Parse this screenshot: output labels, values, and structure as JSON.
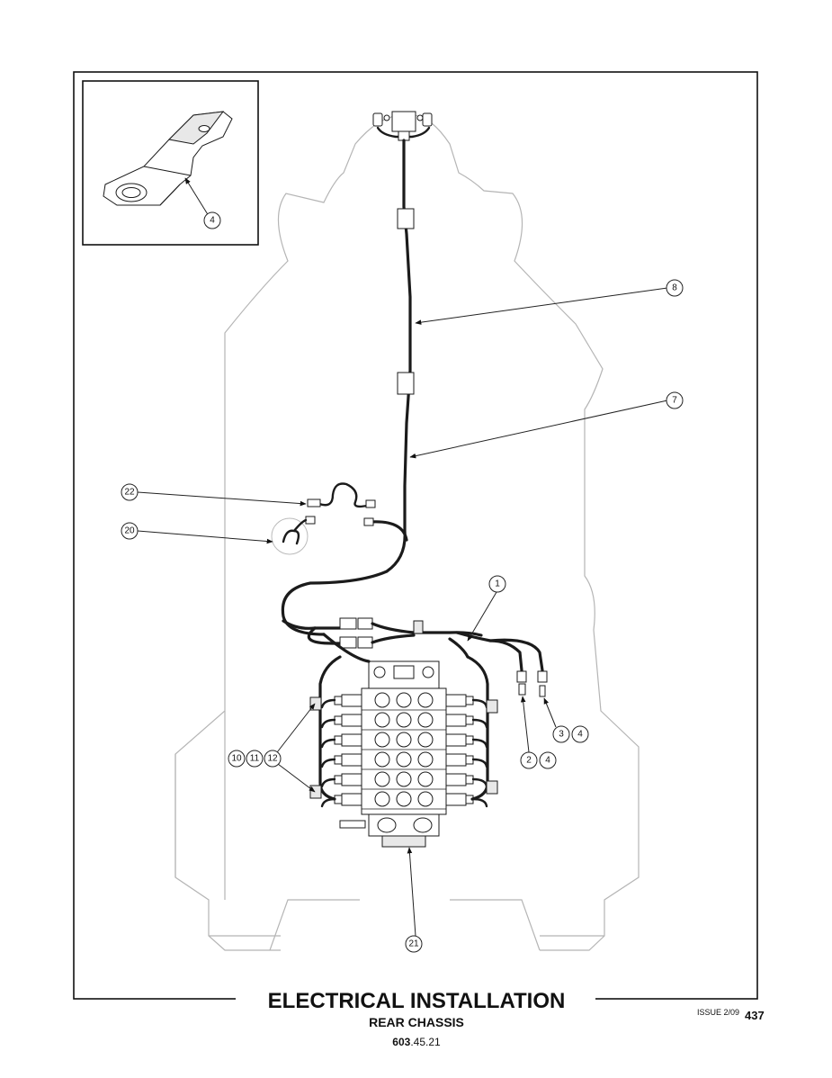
{
  "callouts": {
    "c1": "1",
    "c2": "2",
    "c3": "3",
    "c4a": "4",
    "c4b": "4",
    "c4c": "4",
    "c7": "7",
    "c8": "8",
    "c10": "10",
    "c11": "11",
    "c12": "12",
    "c20": "20",
    "c21": "21",
    "c22": "22"
  },
  "footer": {
    "title": "ELECTRICAL INSTALLATION",
    "subtitle": "REAR CHASSIS",
    "code_bold": "603",
    "code_rest": ".45.21",
    "issue": "ISSUE 2/09",
    "page": "437"
  }
}
